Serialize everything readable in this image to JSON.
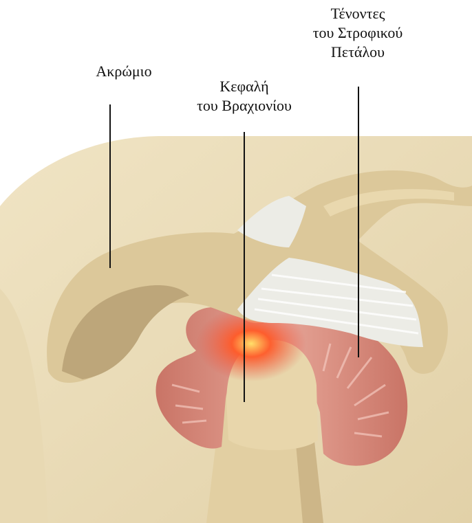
{
  "labels": {
    "acromion": {
      "line1": "Ακρώμιο"
    },
    "humeral_head": {
      "line1": "Κεφαλή",
      "line2": "του Βραχιονίου"
    },
    "rotator_cuff_tendons": {
      "line1": "Τένοντες",
      "line2": "του Στροφικού",
      "line3": "Πετάλου"
    }
  },
  "colors": {
    "skin": "#e7d8b4",
    "bone": "#dcc89a",
    "bone_shadow": "#bda67a",
    "muscle": "#d98f82",
    "tendon": "#e9e9e3",
    "inflammation": "#f03a1f",
    "leader_line": "#111111"
  }
}
